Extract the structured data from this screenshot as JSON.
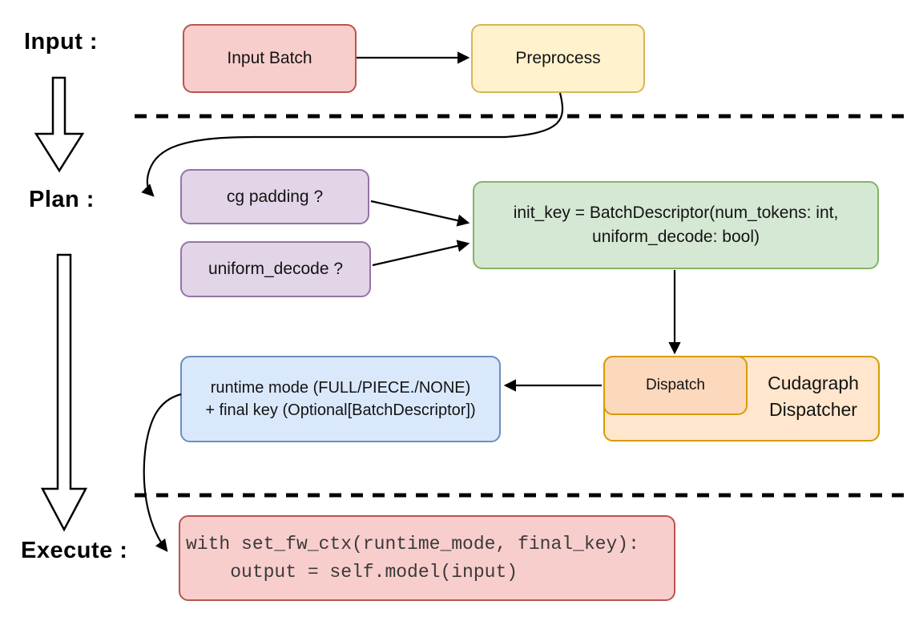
{
  "sections": {
    "input_label": "Input :",
    "plan_label": "Plan :",
    "execute_label": "Execute :"
  },
  "nodes": {
    "input_batch": {
      "label": "Input Batch"
    },
    "preprocess": {
      "label": "Preprocess"
    },
    "cg_padding": {
      "label": "cg padding ?"
    },
    "uniform_decode": {
      "label": "uniform_decode ?"
    },
    "init_key": {
      "lines": [
        "init_key = BatchDescriptor(num_tokens: int,",
        "uniform_decode: bool)"
      ]
    },
    "dispatch": {
      "label": "Dispatch"
    },
    "cudagraph_dispatcher": {
      "label": "Cudagraph Dispatcher"
    },
    "runtime_mode": {
      "lines": [
        "runtime mode (FULL/PIECE./NONE)",
        "+ final key (Optional[BatchDescriptor])"
      ]
    },
    "execute_code": {
      "lines": [
        "with set_fw_ctx(runtime_mode, final_key):",
        "    output = self.model(input)"
      ]
    }
  },
  "palette": {
    "pink_fill": "#f8cecc",
    "pink_stroke": "#b85450",
    "yellow_fill": "#fff2cc",
    "yellow_stroke": "#d6b656",
    "purple_fill": "#e1d5e7",
    "purple_stroke": "#9673a6",
    "green_fill": "#d5e8d4",
    "green_stroke": "#82b366",
    "orange_fill": "#ffe6cc",
    "orange_inner_fill": "#fcd8bc",
    "orange_stroke": "#d79b00",
    "blue_fill": "#dae8fc",
    "blue_stroke": "#6c8ebf",
    "line_color": "#000000"
  }
}
